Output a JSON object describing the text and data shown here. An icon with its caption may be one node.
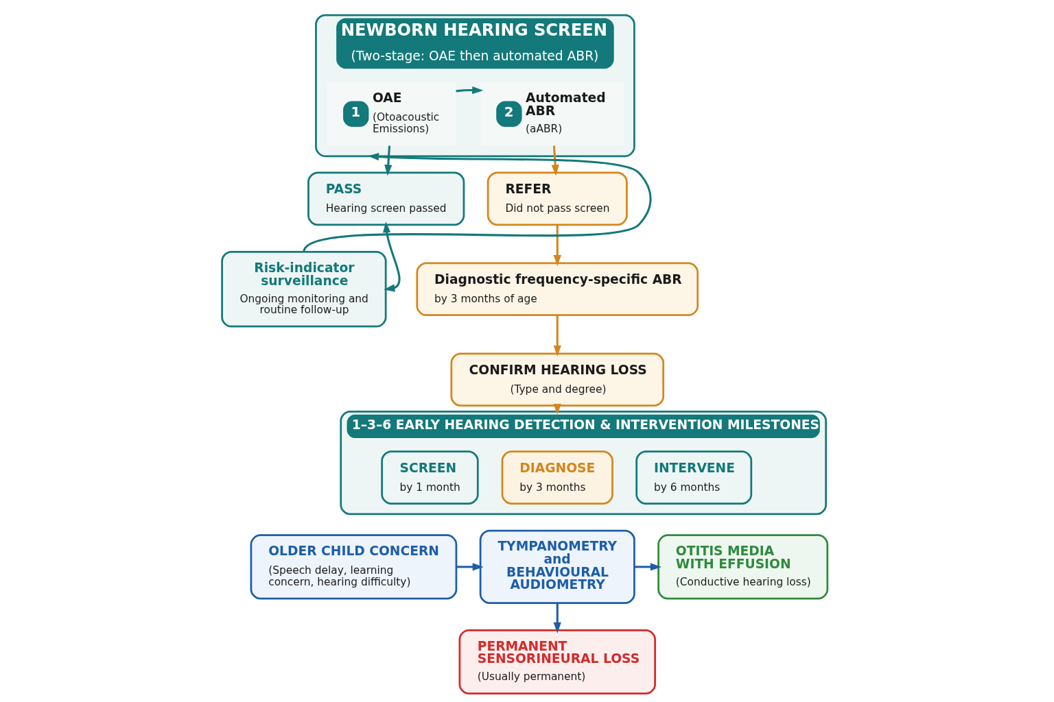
{
  "diagram": {
    "nodes": [
      {
        "text": [
          "NEWBORN HEARING SCREEN",
          "(Two-stage: OAE then automated ABR)"
        ]
      },
      {
        "text": [
          "1",
          "OAE",
          "(Otoacoustic Emissions)"
        ],
        "in": 0
      },
      {
        "text": [
          "2",
          "Automated ABR",
          "(aABR)"
        ],
        "in": 0
      },
      {
        "text": [
          "PASS",
          "Hearing screen passed"
        ]
      },
      {
        "text": [
          "REFER",
          "Did not pass screen"
        ]
      },
      {
        "text": [
          "Risk-indicator surveillance",
          "Ongoing monitoring and routine follow-up"
        ]
      },
      {
        "text": [
          "Diagnostic frequency-specific ABR",
          "by 3 months of age"
        ]
      },
      {
        "text": [
          "CONFIRM HEARING LOSS",
          "(Type and degree)"
        ]
      },
      {
        "text": [
          "1–3–6 EARLY HEARING DETECTION & INTERVENTION MILESTONES"
        ]
      },
      {
        "text": [
          "SCREEN",
          "by 1 month"
        ],
        "in": 8
      },
      {
        "text": [
          "DIAGNOSE",
          "by 3 months"
        ],
        "in": 8
      },
      {
        "text": [
          "INTERVENE",
          "by 6 months"
        ],
        "in": 8
      },
      {
        "text": [
          "OLDER CHILD CONCERN",
          "(Speech delay, learning concern, hearing difficulty)"
        ]
      },
      {
        "text": [
          "TYMPANOMETRY and BEHAVIOURAL AUDIOMETRY"
        ]
      },
      {
        "text": [
          "OTITIS MEDIA WITH EFFUSION",
          "(Conductive hearing loss)"
        ]
      },
      {
        "text": [
          "PERMANENT SENSORINEURAL LOSS",
          "(Usually permanent)"
        ]
      }
    ],
    "edges": [
      {
        "from": 1,
        "to": 2,
        "arrow": "to"
      },
      {
        "from": 1,
        "to": 3,
        "arrow": "to"
      },
      {
        "from": 2,
        "to": 4,
        "arrow": "to",
        "color": "#d4861c"
      },
      {
        "from": 5,
        "to": 0,
        "arrow": "to"
      },
      {
        "from": 3,
        "to": 5,
        "arrow": "both"
      },
      {
        "from": 4,
        "to": 6,
        "arrow": "to",
        "color": "#d4861c"
      },
      {
        "from": 6,
        "to": 7,
        "arrow": "to",
        "color": "#d4861c"
      },
      {
        "from": 7,
        "to": 8,
        "arrow": "to",
        "color": "#d4861c"
      },
      {
        "from": 12,
        "to": 13,
        "arrow": "to",
        "color": "#1d5ea8"
      },
      {
        "from": 13,
        "to": 14,
        "arrow": "to",
        "color": "#1d5ea8"
      },
      {
        "from": 13,
        "to": 15,
        "arrow": "to",
        "color": "#1d5ea8"
      }
    ]
  }
}
